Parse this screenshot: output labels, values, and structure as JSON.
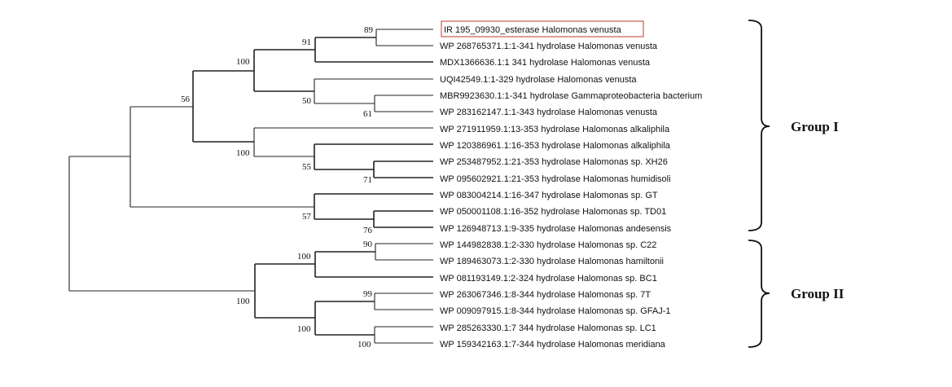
{
  "tree": {
    "taxa": [
      "IR 195_09930_esterase Halomonas venusta",
      "WP 268765371.1:1-341 hydrolase Halomonas venusta",
      "MDX1366636.1:1 341 hydrolase Halomonas venusta",
      "UQI42549.1:1-329 hydrolase Halomonas venusta",
      "MBR9923630.1:1-341 hydrolase Gammaproteobacteria bacterium",
      "WP 283162147.1:1-343 hydrolase Halomonas venusta",
      "WP 271911959.1:13-353 hydrolase Halomonas alkaliphila",
      "WP 120386961.1:16-353 hydrolase Halomonas alkaliphila",
      "WP 253487952.1:21-353 hydrolase Halomonas sp. XH26",
      "WP 095602921.1:21-353 hydrolase Halomonas humidisoli",
      "WP 083004214.1:16-347 hydrolase Halomonas sp. GT",
      "WP 050001108.1:16-352 hydrolase Halomonas sp. TD01",
      "WP 126948713.1:9-335 hydrolase Halomonas andesensis",
      "WP 144982838.1:2-330 hydrolase Halomonas sp. C22",
      "WP 189463073.1:2-330 hydrolase Halomonas hamiltonii",
      "WP 081193149.1:2-324 hydrolase Halomonas sp. BC1",
      "WP 263067346.1:8-344 hydrolase Halomonas sp. 7T",
      "WP 009097915.1:8-344 hydrolase Halomonas sp. GFAJ-1",
      "WP 285263330.1:7 344 hydrolase Halomonas sp. LC1",
      "WP 159342163.1:7-344 hydrolase Halomonas meridiana"
    ],
    "bootstraps": [
      "89",
      "91",
      "100",
      "50",
      "61",
      "56",
      "100",
      "55",
      "71",
      "57",
      "76",
      "90",
      "100",
      "99",
      "100",
      "100",
      "100"
    ],
    "groups": [
      "Group I",
      "Group II"
    ],
    "highlight_color": "#c0392b",
    "branch_color": "#222222"
  }
}
